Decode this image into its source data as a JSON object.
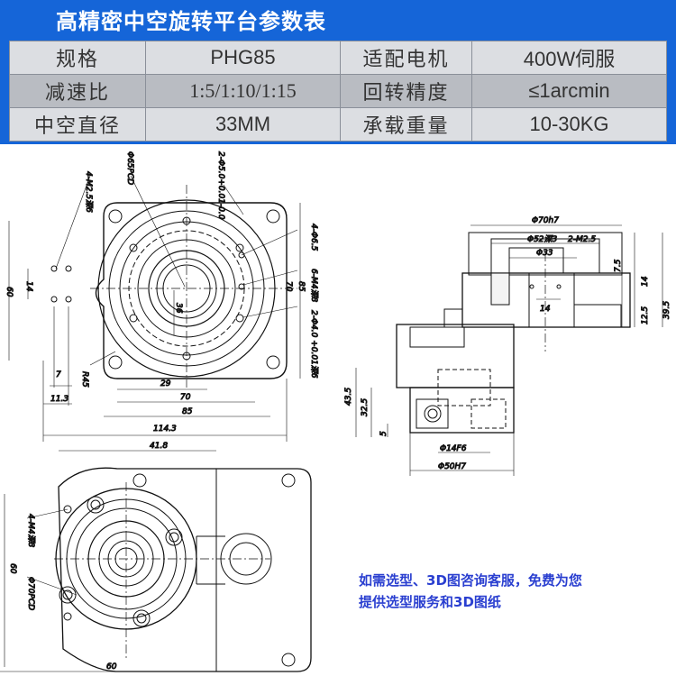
{
  "header": {
    "title": "高精密中空旋转平台参数表",
    "background_color": "#1565d8"
  },
  "spec_table": {
    "rows": [
      {
        "label1": "规格",
        "value1": "PHG85",
        "label2": "适配电机",
        "value2": "400W伺服"
      },
      {
        "label1": "减速比",
        "value1": "1:5/1:10/1:15",
        "label2": "回转精度",
        "value2": "≤1arcmin"
      },
      {
        "label1": "中空直径",
        "value1": "33MM",
        "label2": "承载重量",
        "value2": "10-30KG"
      }
    ]
  },
  "drawing": {
    "top_view": {
      "dims": {
        "bolt_circle_left": "4-M2.5深6",
        "pcd": "Φ65PCD",
        "pin_holes_top": "2-Φ5.0+0.01-0.0",
        "holes_right": "4-Φ6.5",
        "thread_right": "6-M4深8",
        "pin_holes_right": "2-Φ4.0 +0.01深6",
        "d60": "60",
        "d14": "14",
        "d7": "7",
        "d11_3": "11.3",
        "d29": "29",
        "d70h": "70",
        "d85h": "85",
        "d114_3": "114.3",
        "d36": "36",
        "d70v": "70",
        "d85v": "85",
        "r45": "R45"
      }
    },
    "side_view": {
      "dims": {
        "d70h7": "Φ70h7",
        "d52": "Φ52深3",
        "m25": "2-M2.5",
        "d33": "Φ33",
        "d14": "14",
        "d7_5": "7.5",
        "d14v": "14",
        "d12_5": "12.5",
        "d39_5": "39.5",
        "d43_5": "43.5",
        "d32_5": "32.5",
        "d5": "5",
        "d14f6": "Φ14F6",
        "d50h7": "Φ50H7"
      }
    },
    "bottom_view": {
      "dims": {
        "d41_8": "41.8",
        "m4": "4-M4深8",
        "pcd70": "Φ70PCD",
        "d60v": "60",
        "d60h": "60"
      }
    }
  },
  "note": {
    "line1": "如需选型、3D图咨询客服，免费为您",
    "line2": "提供选型服务和3D图纸",
    "color": "#2a3fd0"
  }
}
